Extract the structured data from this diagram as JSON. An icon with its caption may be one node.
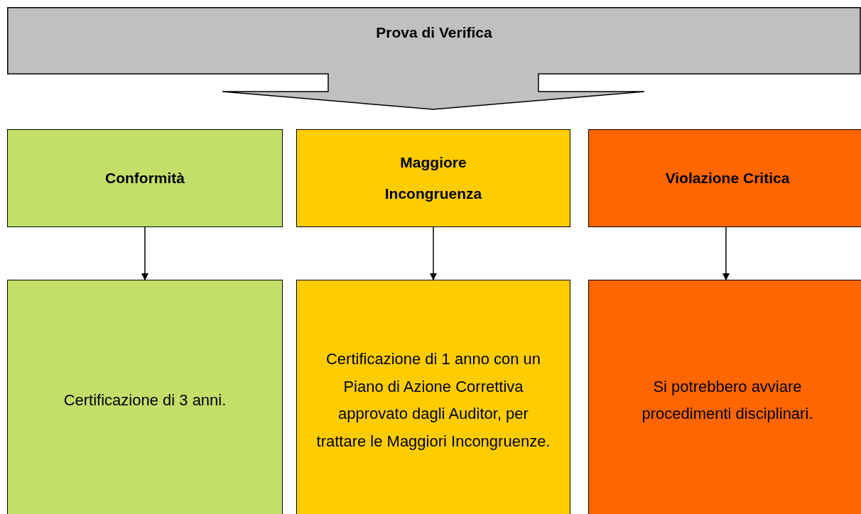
{
  "diagram": {
    "nodes": [
      {
        "text": [
          "Prova di Verifica"
        ]
      },
      {
        "text": [
          "Conformità"
        ]
      },
      {
        "text": [
          "Maggiore Incongruenza"
        ]
      },
      {
        "text": [
          "Violazione Critica"
        ]
      },
      {
        "text": [
          "Certificazione di 3 anni."
        ]
      },
      {
        "text": [
          "Certificazione di 1 anno con un Piano di Azione Correttiva approvato dagli Auditor, per trattare le Maggiori Incongruenze."
        ]
      },
      {
        "text": [
          "Si potrebbero avviare procedimenti disciplinari."
        ]
      }
    ],
    "edges": [
      {
        "from": 1,
        "to": 4,
        "arrow": "to"
      },
      {
        "from": 2,
        "to": 5,
        "arrow": "to"
      },
      {
        "from": 3,
        "to": 6,
        "arrow": "to"
      }
    ]
  }
}
